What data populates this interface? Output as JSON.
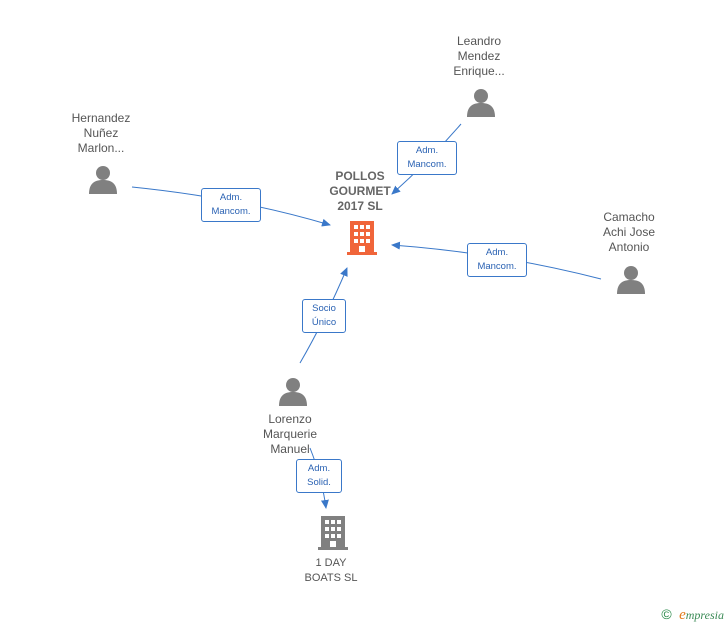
{
  "nodes": {
    "pollos": {
      "lines": [
        "POLLOS",
        "GOURMET",
        "2017  SL"
      ]
    },
    "boats": {
      "lines": [
        "1 DAY",
        "BOATS  SL"
      ]
    },
    "leandro": {
      "lines": [
        "Leandro",
        "Mendez",
        "Enrique..."
      ]
    },
    "hernandez": {
      "lines": [
        "Hernandez",
        "Nuñez",
        "Marlon..."
      ]
    },
    "camacho": {
      "lines": [
        "Camacho",
        "Achi Jose",
        "Antonio"
      ]
    },
    "lorenzo": {
      "lines": [
        "Lorenzo",
        "Marquerie",
        "Manuel"
      ]
    }
  },
  "edges": {
    "leandro_pollos": {
      "lines": [
        "Adm.",
        "Mancom."
      ]
    },
    "hernandez_pollos": {
      "lines": [
        "Adm.",
        "Mancom."
      ]
    },
    "camacho_pollos": {
      "lines": [
        "Adm.",
        "Mancom."
      ]
    },
    "lorenzo_pollos": {
      "lines": [
        "Socio",
        "Único"
      ]
    },
    "lorenzo_boats": {
      "lines": [
        "Adm.",
        "Solid."
      ]
    }
  },
  "colors": {
    "edge": "#3a78c9",
    "person_icon": "#808080",
    "company_main": "#f0653a",
    "company_other": "#808080"
  },
  "footer": {
    "copyright": "©",
    "brand_initial": "e",
    "brand_rest": "mpresia"
  }
}
